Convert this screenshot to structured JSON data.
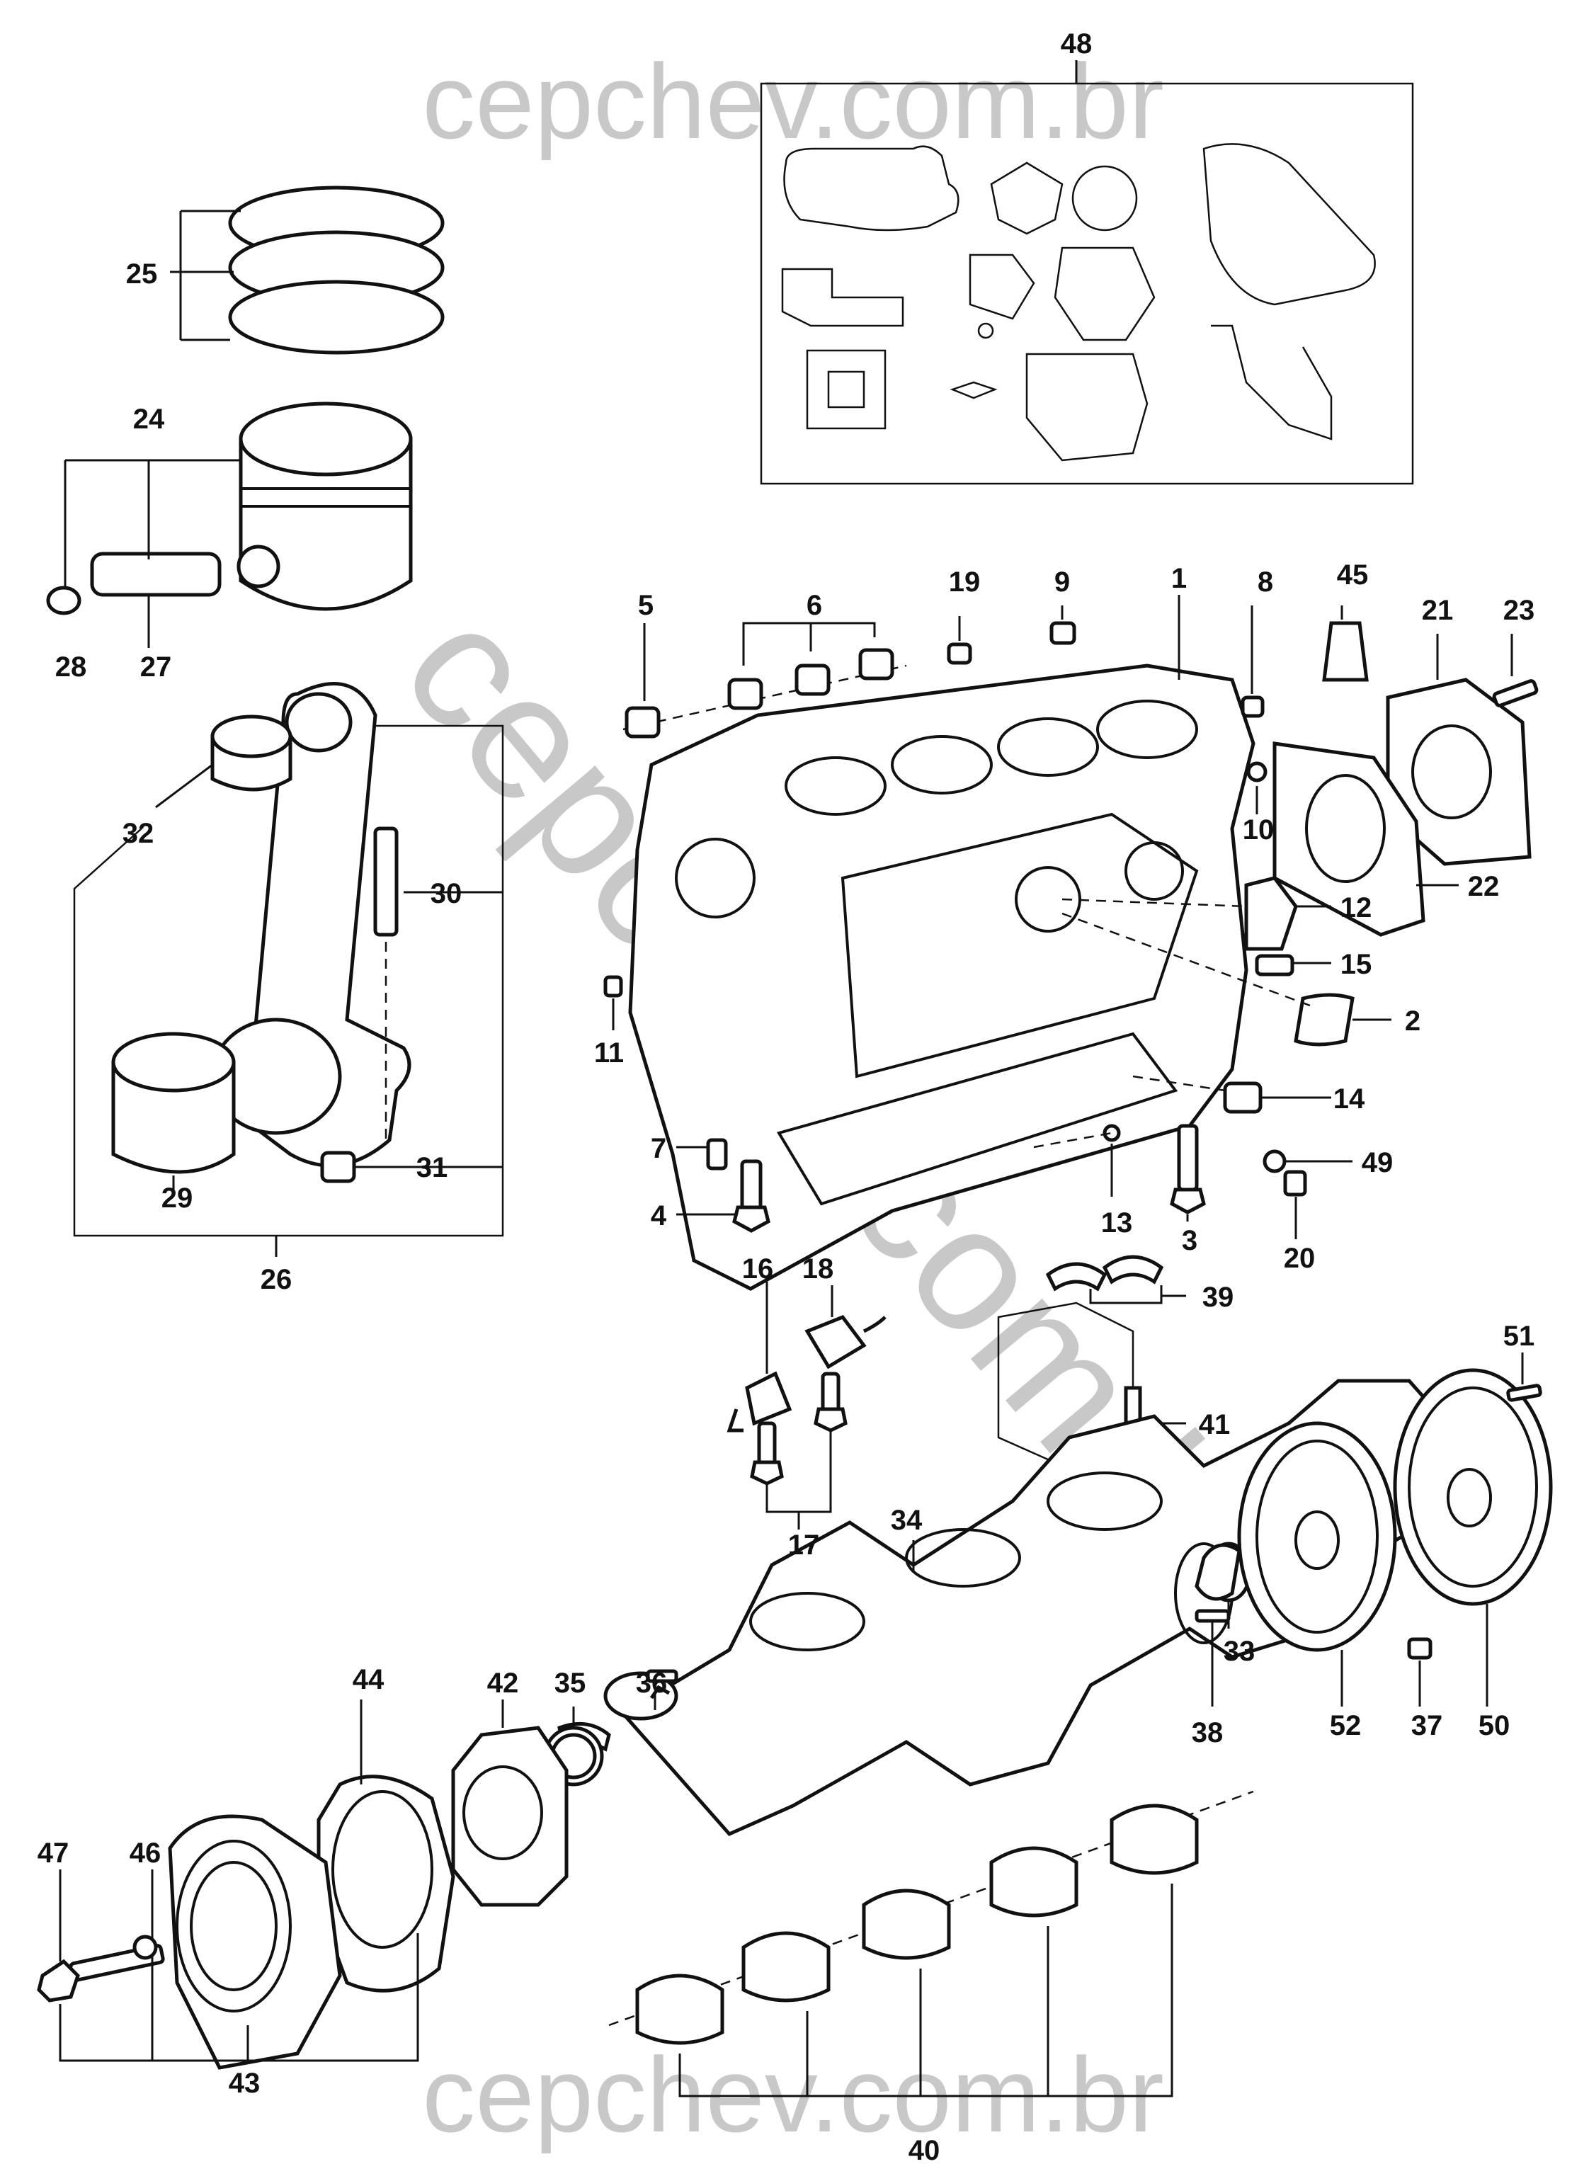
{
  "watermark": {
    "top": "cepchev.com.br",
    "bottom": "cepchev.com.br",
    "diagonal": "cepchev.com.br"
  },
  "callouts": {
    "c1": "1",
    "c2": "2",
    "c3": "3",
    "c4": "4",
    "c5": "5",
    "c6": "6",
    "c7": "7",
    "c8": "8",
    "c9": "9",
    "c10": "10",
    "c11": "11",
    "c12": "12",
    "c13": "13",
    "c14": "14",
    "c15": "15",
    "c16": "16",
    "c17": "17",
    "c18": "18",
    "c19": "19",
    "c20": "20",
    "c21": "21",
    "c22": "22",
    "c23": "23",
    "c24": "24",
    "c25": "25",
    "c26": "26",
    "c27": "27",
    "c28": "28",
    "c29": "29",
    "c30": "30",
    "c31": "31",
    "c32": "32",
    "c33": "33",
    "c34": "34",
    "c35": "35",
    "c36": "36",
    "c37": "37",
    "c38": "38",
    "c39": "39",
    "c40": "40",
    "c41": "41",
    "c42": "42",
    "c43": "43",
    "c44": "44",
    "c45": "45",
    "c46": "46",
    "c47": "47",
    "c48": "48",
    "c49": "49",
    "c50": "50",
    "c51": "51",
    "c52": "52"
  }
}
